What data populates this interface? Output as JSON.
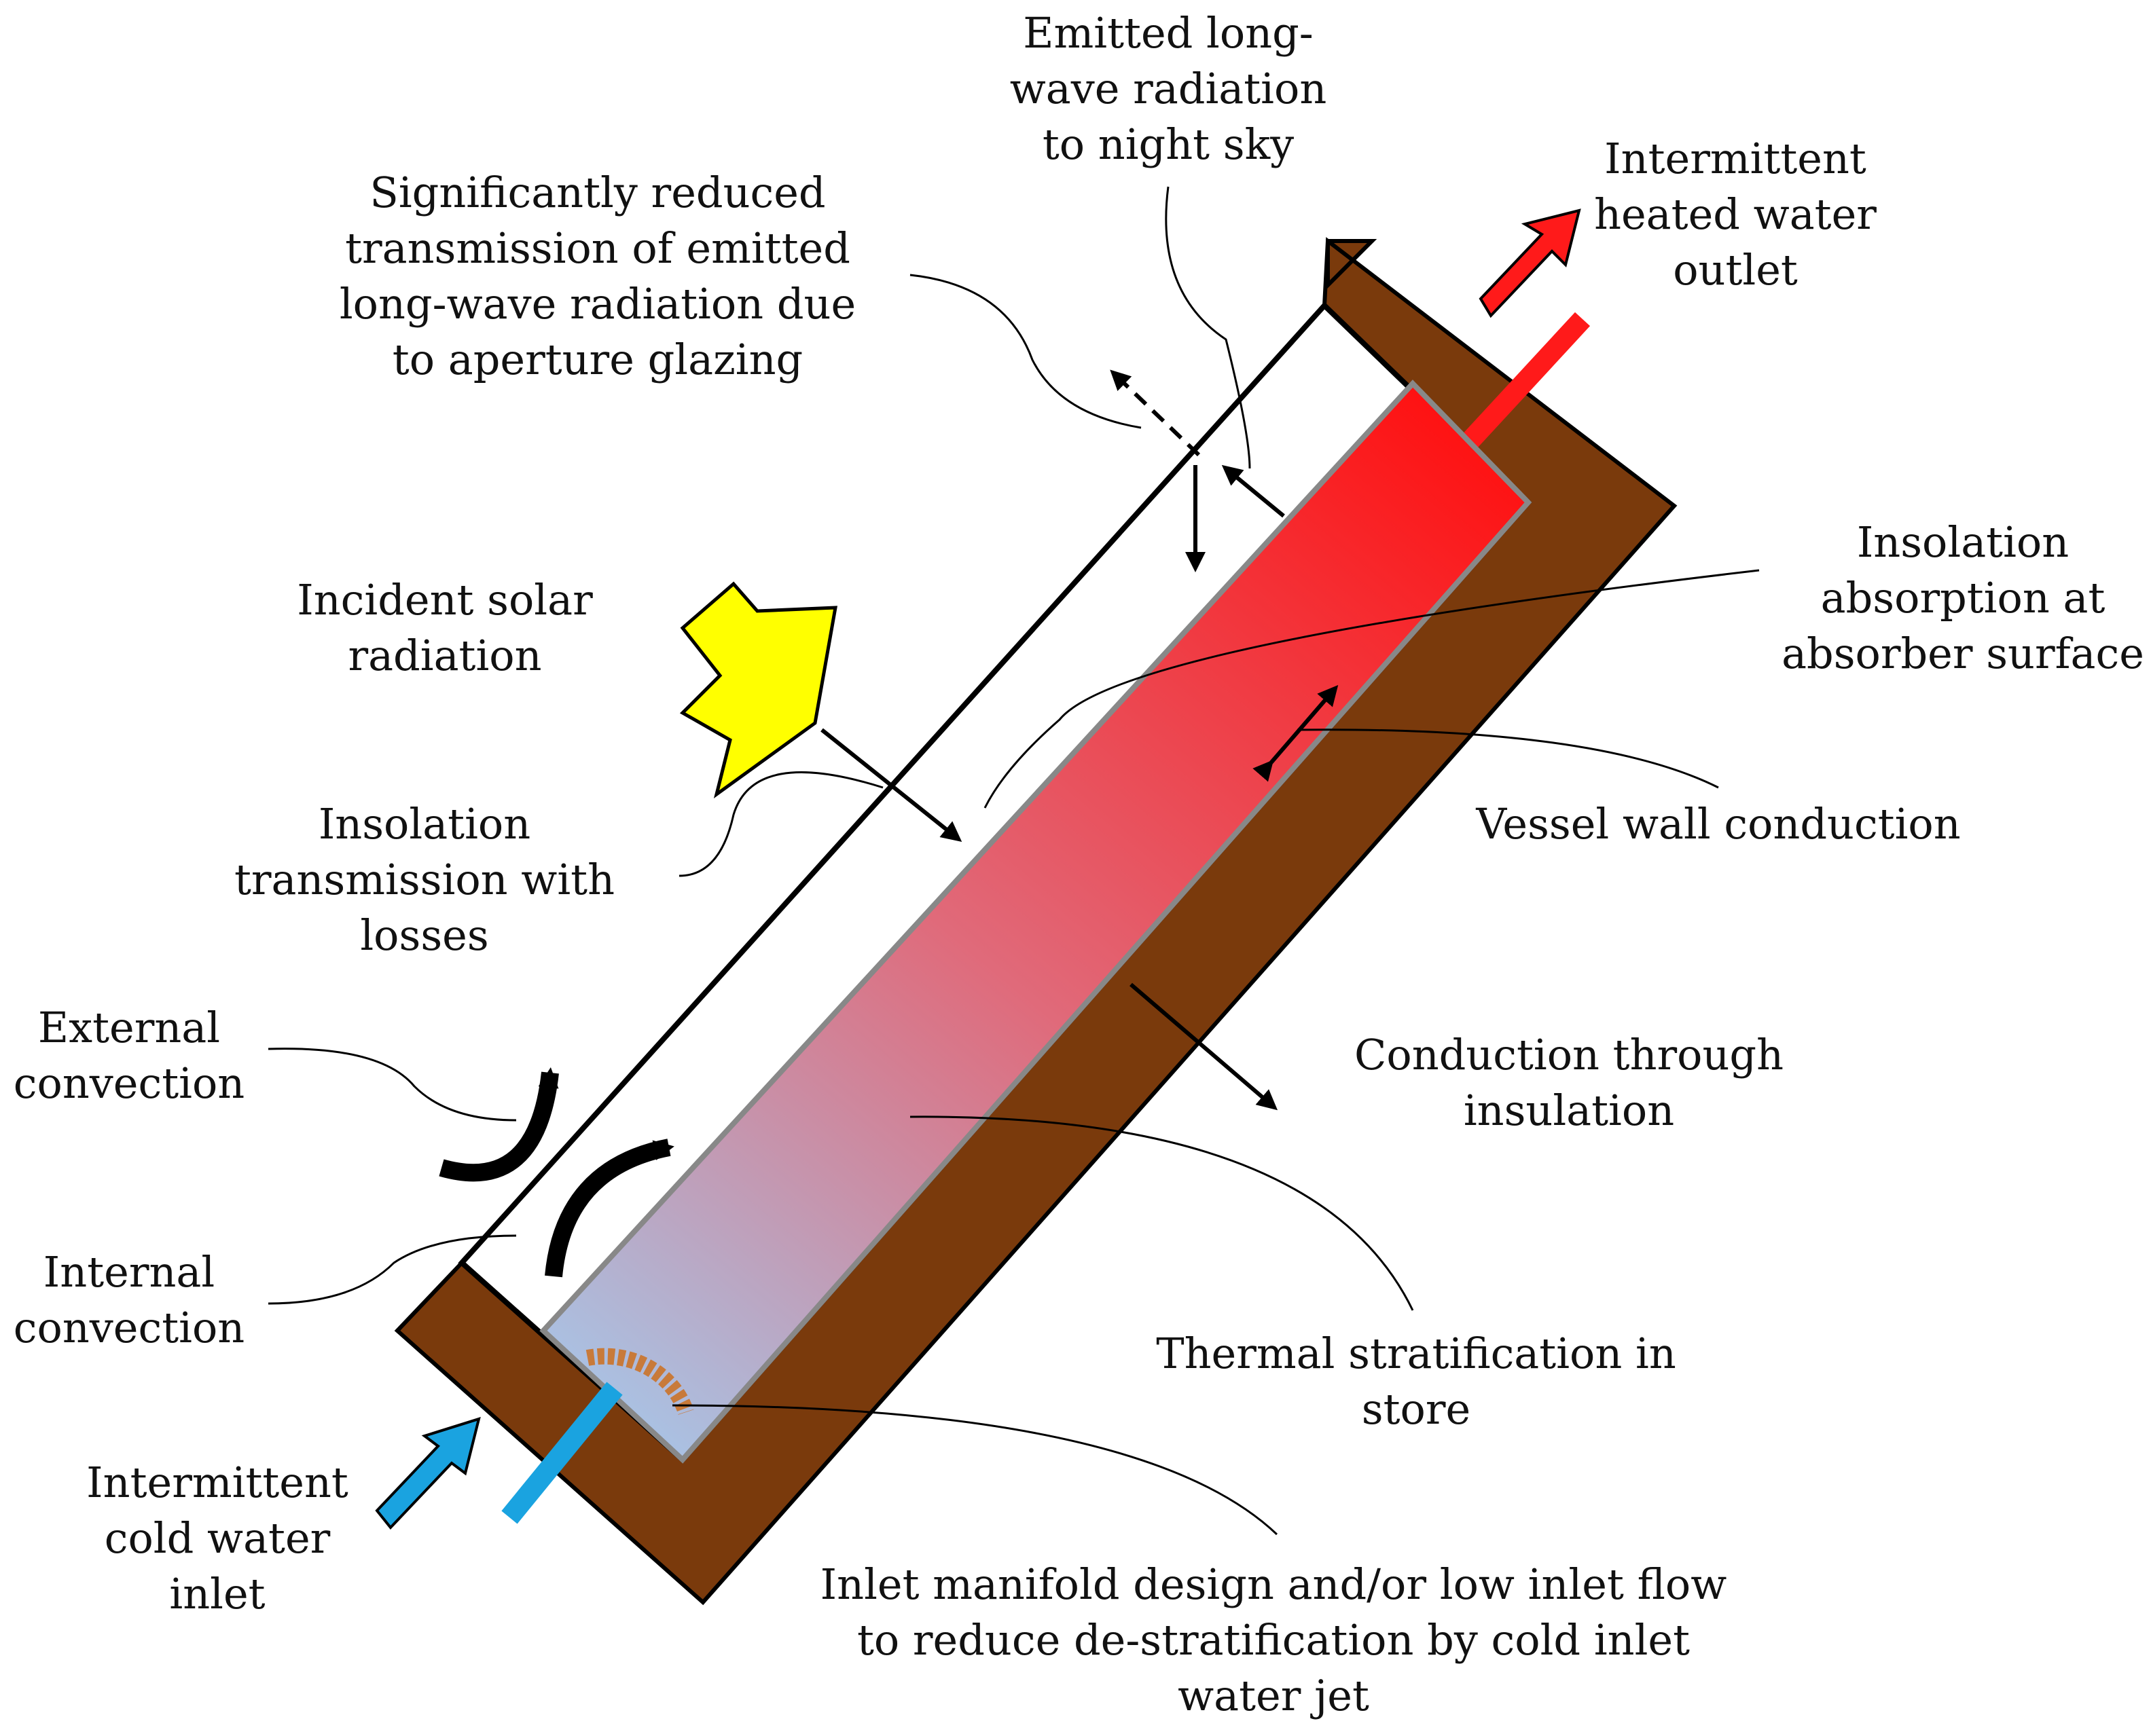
{
  "labels": {
    "emitted_longwave": [
      "Emitted long-",
      "wave radiation",
      "to night sky"
    ],
    "reduced_transmission": [
      "Significantly reduced",
      "transmission of emitted",
      "long-wave radiation due",
      "to aperture glazing"
    ],
    "heated_outlet": [
      "Intermittent",
      "heated water",
      "outlet"
    ],
    "incident_solar": [
      "Incident solar",
      "radiation"
    ],
    "insolation_absorption": [
      "Insolation",
      "absorption at",
      "absorber surface"
    ],
    "insolation_transmission": [
      "Insolation",
      "transmission with",
      "losses"
    ],
    "vessel_wall_conduction": [
      "Vessel wall conduction"
    ],
    "external_convection": [
      "External",
      "convection"
    ],
    "conduction_insulation": [
      "Conduction through",
      "insulation"
    ],
    "internal_convection": [
      "Internal",
      "convection"
    ],
    "thermal_stratification": [
      "Thermal stratification in",
      "store"
    ],
    "cold_inlet": [
      "Intermittent",
      "cold water",
      "inlet"
    ],
    "inlet_manifold": [
      "Inlet manifold design and/or low inlet flow",
      "to reduce de-stratification by cold inlet",
      "water jet"
    ]
  },
  "colors": {
    "insulation": "#7a3a0c",
    "hot_water": "#ff1a1a",
    "cold_water": "#a8c4e6",
    "cold_pipe": "#1aa3e0",
    "solar_arrow": "#ffff00",
    "outlet_arrow": "#ff1a1a",
    "inlet_arrow": "#1aa3e0",
    "manifold": "#c87a3a"
  }
}
